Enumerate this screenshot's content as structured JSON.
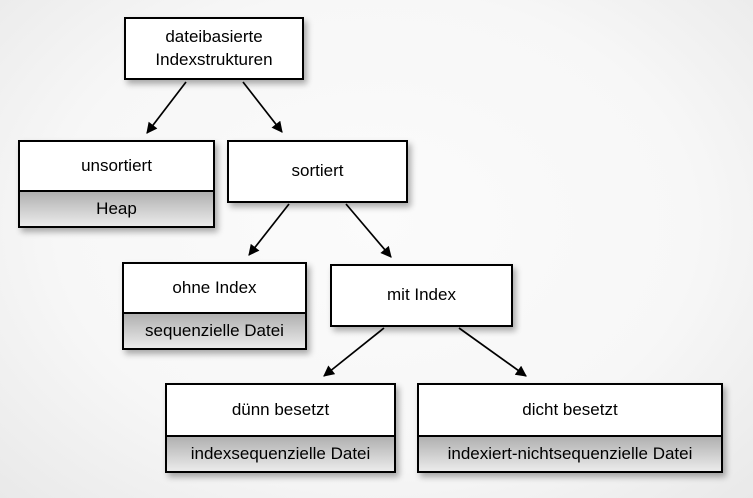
{
  "diagram": {
    "nodes": {
      "root": {
        "label": "dateibasierte Indexstrukturen"
      },
      "unsortiert": {
        "label": "unsortiert",
        "sublabel": "Heap"
      },
      "sortiert": {
        "label": "sortiert"
      },
      "ohne_index": {
        "label": "ohne Index",
        "sublabel": "sequenzielle Datei"
      },
      "mit_index": {
        "label": "mit Index"
      },
      "duenn_besetzt": {
        "label": "dünn besetzt",
        "sublabel": "indexsequenzielle Datei"
      },
      "dicht_besetzt": {
        "label": "dicht besetzt",
        "sublabel": "indexiert-nichtsequenzielle Datei"
      }
    },
    "edges": [
      {
        "from": "root",
        "to": "unsortiert"
      },
      {
        "from": "root",
        "to": "sortiert"
      },
      {
        "from": "sortiert",
        "to": "ohne_index"
      },
      {
        "from": "sortiert",
        "to": "mit_index"
      },
      {
        "from": "mit_index",
        "to": "duenn_besetzt"
      },
      {
        "from": "mit_index",
        "to": "dicht_besetzt"
      }
    ],
    "colors": {
      "canvas_bg": "#f5f5f5",
      "box_fill": "#ffffff",
      "box_border": "#000000",
      "sub_top": "#b0b0b0",
      "sub_bottom": "#ebebeb",
      "arrow": "#000000",
      "text": "#000000"
    }
  }
}
